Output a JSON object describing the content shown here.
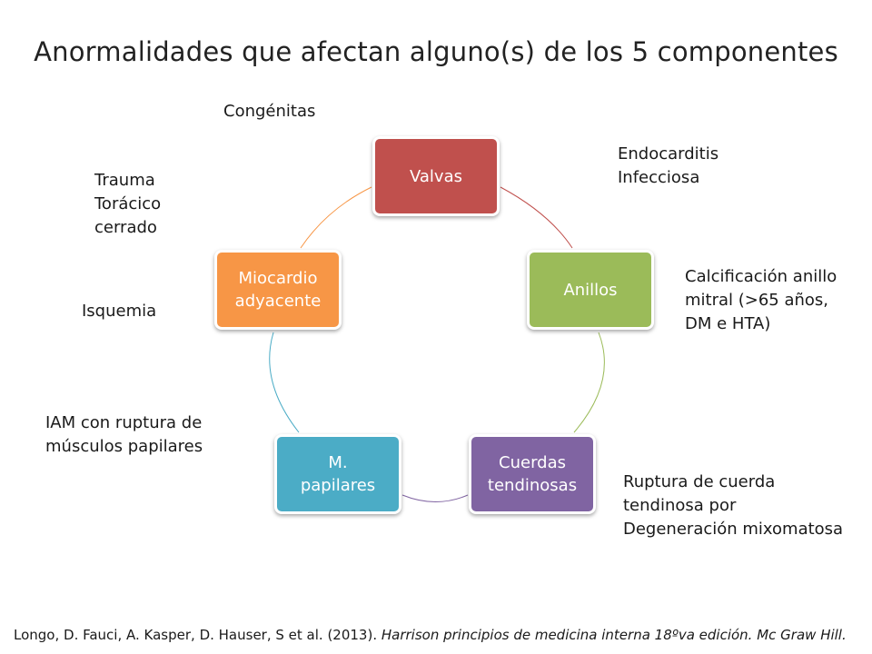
{
  "title": "Anormalidades que afectan alguno(s) de los 5 componentes",
  "colors": {
    "valvas": "#c0504d",
    "anillos": "#9bbb59",
    "cuerdas": "#8064a2",
    "papilares": "#4bacc6",
    "miocardio": "#f79646"
  },
  "components": {
    "valvas": "Valvas",
    "anillos": "Anillos",
    "cuerdas": [
      "Cuerdas",
      "tendinosas"
    ],
    "papilares": [
      "M.",
      "papilares"
    ],
    "miocardio": [
      "Miocardio",
      "adyacente"
    ]
  },
  "notes": {
    "congenitas": "Congénitas",
    "endocarditis": [
      "Endocarditis",
      "Infecciosa"
    ],
    "trauma": [
      "Trauma",
      "Torácico",
      "cerrado"
    ],
    "isquemia": "Isquemia",
    "calcificacion": [
      "Calcificación anillo",
      "mitral (>65 años,",
      "DM e HTA)"
    ],
    "iam": [
      "IAM con ruptura de",
      "músculos papilares"
    ],
    "ruptura": [
      "Ruptura de cuerda",
      "tendinosa por",
      "Degeneración mixomatosa"
    ]
  },
  "citation": {
    "authors": "Longo, D. Fauci, A. Kasper, D. Hauser, S et al. (2013). ",
    "work": "Harrison principios de medicina interna 18ºva edición. Mc Graw Hill."
  }
}
